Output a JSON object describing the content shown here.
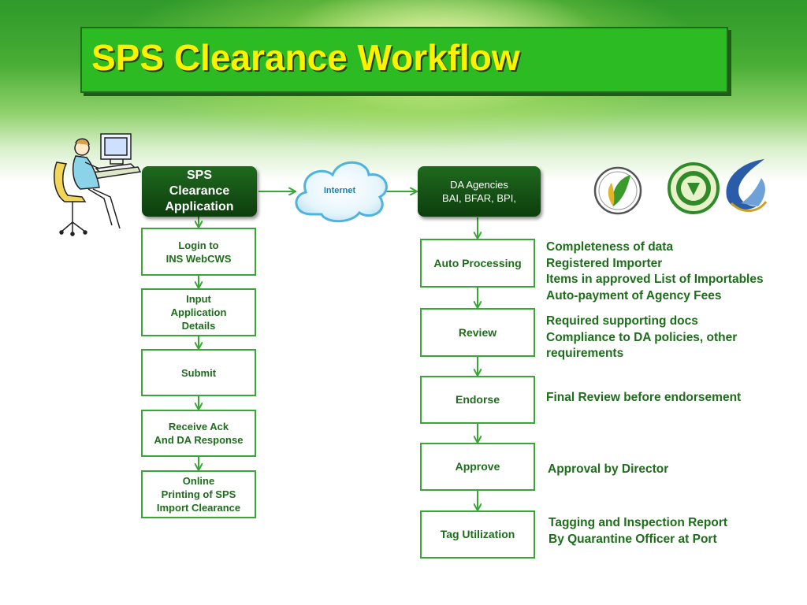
{
  "title": "SPS Clearance Workflow",
  "left_column": {
    "header": "SPS\nClearance\nApplication",
    "steps": [
      "Login to\nINS WebCWS",
      "Input\nApplication\nDetails",
      "Submit",
      "Receive Ack\nAnd DA Response",
      "Online\nPrinting of SPS\nImport Clearance"
    ]
  },
  "cloud": {
    "label": "Internet"
  },
  "right_column": {
    "header": "DA Agencies\nBAI, BFAR, BPI,",
    "steps": [
      {
        "label": "Auto Processing",
        "note": "Completeness of data\nRegistered Importer\nItems in approved List of Importables\nAuto-payment of Agency Fees"
      },
      {
        "label": "Review",
        "note": "Required supporting docs\nCompliance to DA policies, other\nrequirements"
      },
      {
        "label": "Endorse",
        "note": "Final Review before endorsement"
      },
      {
        "label": "Approve",
        "note": "Approval by Director"
      },
      {
        "label": "Tag Utilization",
        "note": "Tagging and Inspection Report\nBy Quarantine Officer at Port"
      }
    ]
  },
  "colors": {
    "accent_green": "#3aa637",
    "text_green": "#1e6d1b",
    "title_yellow": "#fff200",
    "cloud_blue": "#4fb3e0"
  },
  "icons": [
    "office-worker-clipart",
    "da-leaf-logo",
    "bai-seal-logo",
    "bfar-swoosh-logo"
  ]
}
